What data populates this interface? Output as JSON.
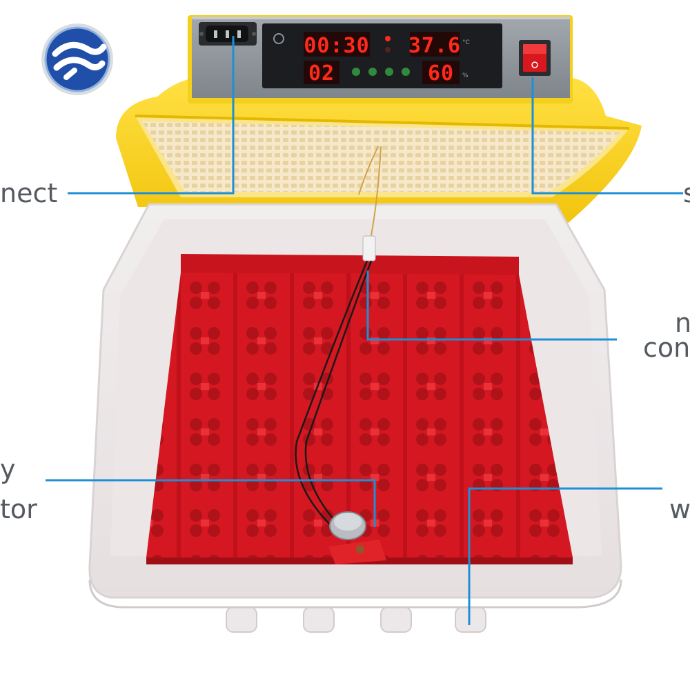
{
  "display": {
    "timer_minutes": "00:30",
    "turn_count": "02",
    "temperature": "37.6",
    "temperature_unit": "°C",
    "humidity": "60",
    "humidity_unit": "%"
  },
  "callouts": {
    "connect": "nect",
    "switch": "s",
    "connector_line1": "n",
    "connector_line2": "con",
    "motor_line1": "y",
    "motor_line2": "tor",
    "water": "w"
  },
  "colors": {
    "shell_yellow": "#f7d21e",
    "tray_red": "#d9161f",
    "panel_grey": "#8e9499",
    "display_black": "#1b1d21",
    "led_red": "#ff2a1a",
    "callout_line": "#1d8fd6",
    "callout_text": "#555a60"
  },
  "icons": {
    "logo": "brand-logo-icon",
    "power_socket": "power-socket-icon",
    "power_switch": "power-switch-icon"
  }
}
